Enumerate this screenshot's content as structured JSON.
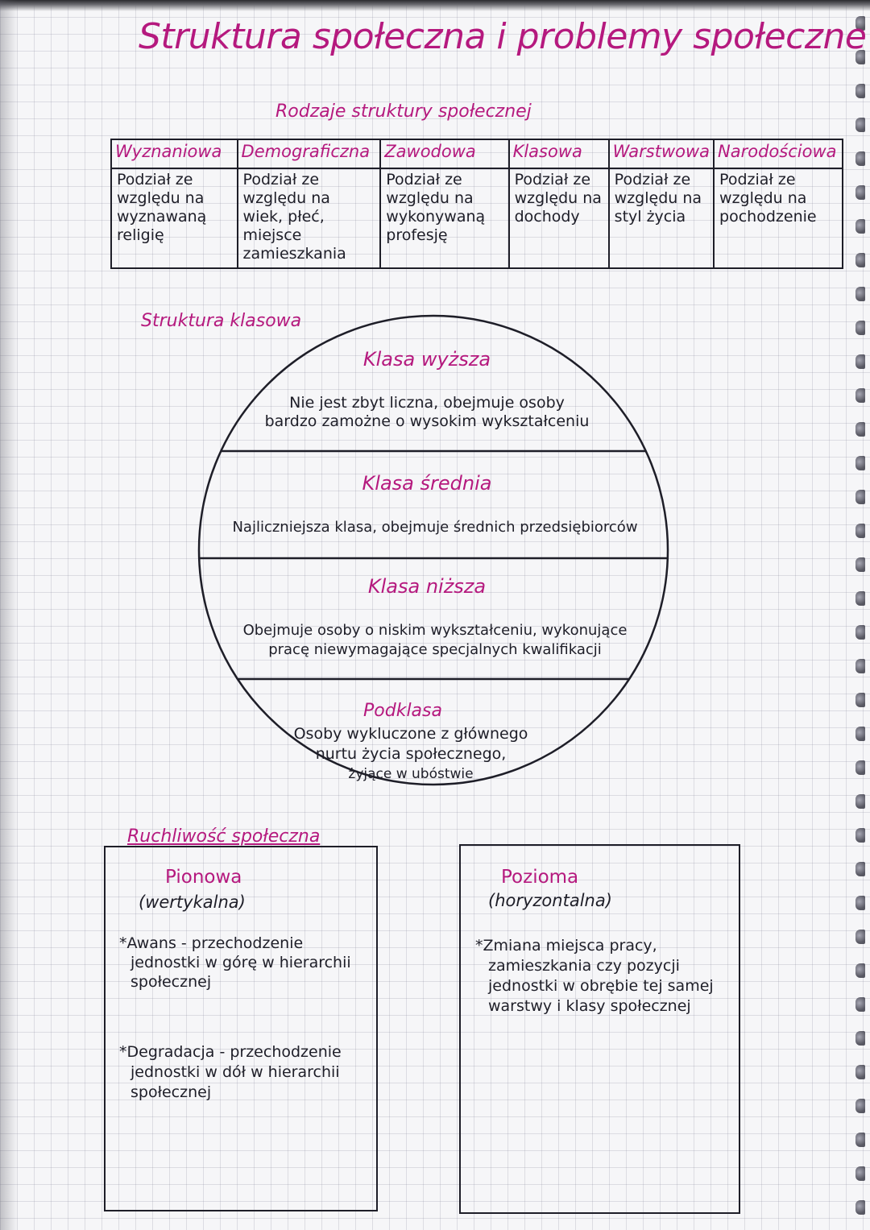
{
  "title": "Struktura społeczna i problemy społeczne",
  "types_heading": "Rodzaje struktury społecznej",
  "structure_types": [
    {
      "name": "Wyznaniowa",
      "description": "Podział ze względu na wyznawaną religię"
    },
    {
      "name": "Demograficzna",
      "description": "Podział ze względu na wiek, płeć, miejsce zamieszkania"
    },
    {
      "name": "Zawodowa",
      "description": "Podział ze względu na wykonywaną profesję"
    },
    {
      "name": "Klasowa",
      "description": "Podział ze względu na dochody"
    },
    {
      "name": "Warstwowa",
      "description": "Podział ze względu na styl życia"
    },
    {
      "name": "Narodościowa",
      "description": "Podział ze względu na pochodzenie"
    }
  ],
  "class_heading": "Struktura klasowa",
  "classes": [
    {
      "name": "Klasa wyższa",
      "description_lines": [
        "Nie jest zbyt liczna, obejmuje osoby",
        "bardzo zamożne o wysokim wykształceniu"
      ]
    },
    {
      "name": "Klasa średnia",
      "description_lines": [
        "Najliczniejsza klasa, obejmuje średnich przedsiębiorców"
      ]
    },
    {
      "name": "Klasa niższa",
      "description_lines": [
        "Obejmuje osoby o niskim wykształceniu, wykonujące",
        "pracę niewymagające specjalnych kwalifikacji"
      ]
    },
    {
      "name": "Podklasa",
      "description_lines": [
        "Osoby wykluczone z głównego",
        "nurtu życia społecznego,",
        "żyjące w ubóstwie"
      ]
    }
  ],
  "mobility_heading": "Ruchliwość społeczna",
  "mobility": {
    "vertical": {
      "name": "Pionowa",
      "alt_name": "(wertykalna)",
      "items": [
        {
          "lines": [
            "*Awans - przechodzenie",
            "jednostki w górę w hierarchii",
            "społecznej"
          ]
        },
        {
          "lines": [
            "*Degradacja - przechodzenie",
            "jednostki w dół w hierarchii",
            "społecznej"
          ]
        }
      ]
    },
    "horizontal": {
      "name": "Pozioma",
      "alt_name": "(horyzontalna)",
      "items": [
        {
          "lines": [
            "*Zmiana miejsca pracy,",
            "zamieszkania czy pozycji",
            "jednostki w obrębie tej samej",
            "warstwy i klasy społecznej"
          ]
        }
      ]
    }
  },
  "colors": {
    "accent": "#b5197e",
    "ink": "#1e1e28"
  }
}
